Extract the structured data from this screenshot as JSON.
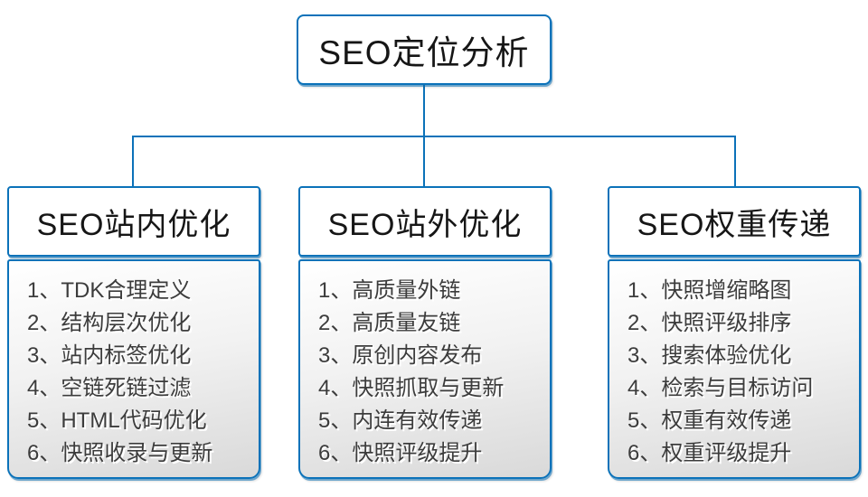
{
  "colors": {
    "accent_blue": "#0b72b9",
    "box_fill_top": "#ffffff",
    "box_fill_bottom": "#d9d9d9",
    "header_text": "#161616",
    "list_text": "#3c3c3c"
  },
  "diagram": {
    "root": {
      "label": "SEO定位分析"
    },
    "branches": [
      {
        "title": "SEO站内优化",
        "items": [
          "1、TDK合理定义",
          "2、结构层次优化",
          "3、站内标签优化",
          "4、空链死链过滤",
          "5、HTML代码优化",
          "6、快照收录与更新"
        ]
      },
      {
        "title": "SEO站外优化",
        "items": [
          "1、高质量外链",
          "2、高质量友链",
          "3、原创内容发布",
          "4、快照抓取与更新",
          "5、内连有效传递",
          "6、快照评级提升"
        ]
      },
      {
        "title": "SEO权重传递",
        "items": [
          "1、快照增缩略图",
          "2、快照评级排序",
          "3、搜索体验优化",
          "4、检索与目标访问",
          "5、权重有效传递",
          "6、权重评级提升"
        ]
      }
    ]
  }
}
